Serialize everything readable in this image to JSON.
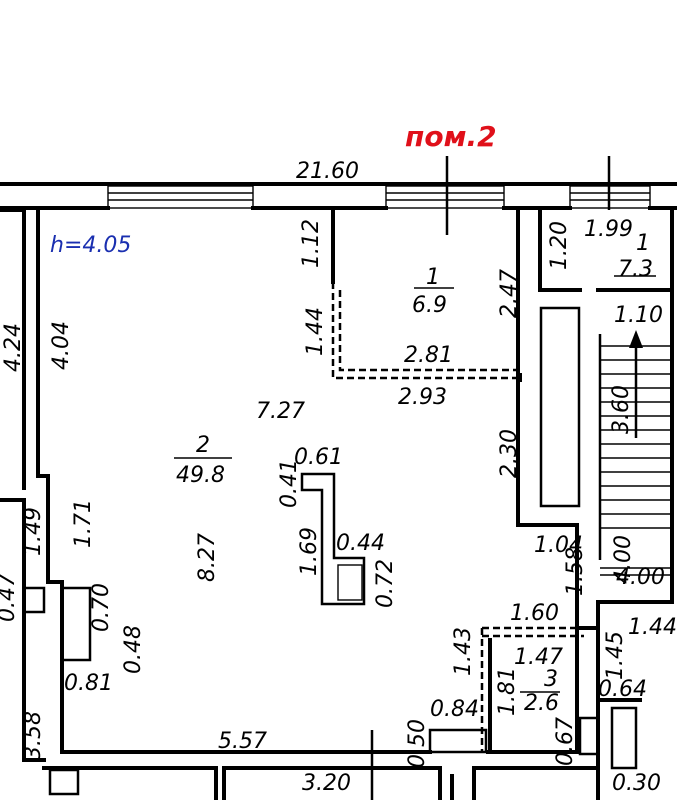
{
  "premise_label": "пом.2",
  "ceiling_height": "h=4.05",
  "rooms": [
    {
      "number": "1",
      "area": "6.9"
    },
    {
      "number": "1",
      "area": "7.3"
    },
    {
      "number": "2",
      "area": "49.8"
    },
    {
      "number": "3",
      "area": "2.6"
    }
  ],
  "dimensions": {
    "d_21_60": "21.60",
    "d_1_12": "1.12",
    "d_1_99": "1.99",
    "d_1_20": "1.20",
    "d_2_47": "2.47",
    "d_1_10": "1.10",
    "d_4_24": "4.24",
    "d_4_04": "4.04",
    "d_1_44a": "1.44",
    "d_2_81": "2.81",
    "d_2_93": "2.93",
    "d_7_27": "7.27",
    "d_3_60": "3.60",
    "d_2_30": "2.30",
    "d_0_61": "0.61",
    "d_0_41": "0.41",
    "d_1_49": "1.49",
    "d_1_71": "1.71",
    "d_8_27": "8.27",
    "d_1_69": "1.69",
    "d_0_44": "0.44",
    "d_0_72": "0.72",
    "d_1_04": "1.04",
    "d_1_58": "1.58",
    "d_4_00a": "4.00",
    "d_4_00b": "4.00",
    "d_0_47": "0.47",
    "d_0_70": "0.70",
    "d_0_48": "0.48",
    "d_0_81": "0.81",
    "d_1_60": "1.60",
    "d_1_43": "1.43",
    "d_1_47": "1.47",
    "d_1_45": "1.45",
    "d_1_44b": "1.44",
    "d_1_81": "1.81",
    "d_0_64": "0.64",
    "d_3_58": "3.58",
    "d_5_57": "5.57",
    "d_0_84": "0.84",
    "d_0_50": "0.50",
    "d_0_67": "0.67",
    "d_3_20": "3.20",
    "d_0_30": "0.30"
  }
}
